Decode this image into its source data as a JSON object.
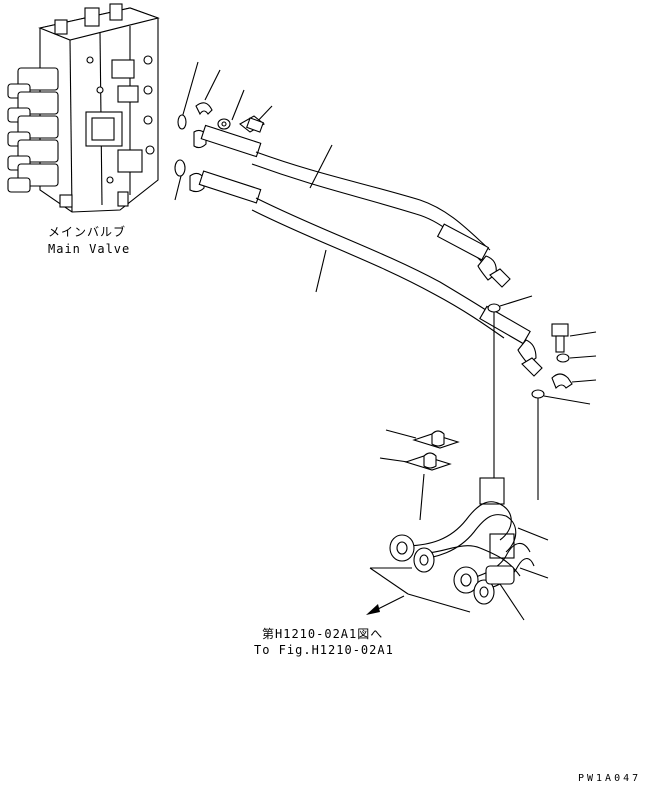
{
  "labels": {
    "main_valve_jp": "メインバルブ",
    "main_valve_en": "Main Valve",
    "ref_jp": "第H1210-02A1図へ",
    "ref_en": "To Fig.H1210-02A1",
    "drawing_code": "PW1A047"
  },
  "icons": {
    "arrow": "arrow-left-down-icon"
  }
}
